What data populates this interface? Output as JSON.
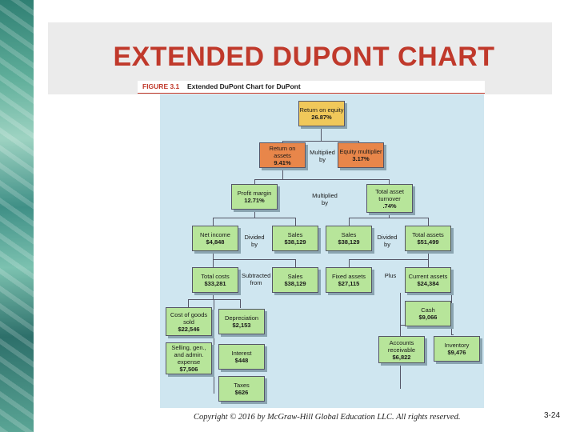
{
  "slide": {
    "title": "EXTENDED DUPONT CHART",
    "figure_number": "FIGURE 3.1",
    "figure_caption": "Extended DuPont Chart for DuPont",
    "copyright": "Copyright © 2016 by McGraw-Hill Global Education LLC. All rights reserved.",
    "page_number": "3-24"
  },
  "diagram": {
    "roe": {
      "label": "Return on equity",
      "value": "26.87%"
    },
    "roa": {
      "label": "Return on assets",
      "value": "9.41%"
    },
    "equity_multiplier": {
      "label": "Equity multiplier",
      "value": "3.17%"
    },
    "profit_margin": {
      "label": "Profit margin",
      "value": "12.71%"
    },
    "asset_turnover": {
      "label": "Total asset turnover",
      "value": ".74%"
    },
    "net_income": {
      "label": "Net income",
      "value": "$4,848"
    },
    "sales_a": {
      "label": "Sales",
      "value": "$38,129"
    },
    "sales_b": {
      "label": "Sales",
      "value": "$38,129"
    },
    "total_assets": {
      "label": "Total assets",
      "value": "$51,499"
    },
    "total_costs": {
      "label": "Total costs",
      "value": "$33,281"
    },
    "sales_c": {
      "label": "Sales",
      "value": "$38,129"
    },
    "fixed_assets": {
      "label": "Fixed assets",
      "value": "$27,115"
    },
    "current_assets": {
      "label": "Current assets",
      "value": "$24,384"
    },
    "cogs": {
      "label": "Cost of goods sold",
      "value": "$22,546"
    },
    "depreciation": {
      "label": "Depreciation",
      "value": "$2,153"
    },
    "cash": {
      "label": "Cash",
      "value": "$9,066"
    },
    "sga": {
      "label": "Selling, gen., and admin. expense",
      "value": "$7,506"
    },
    "interest": {
      "label": "Interest",
      "value": "$448"
    },
    "receivables": {
      "label": "Accounts receivable",
      "value": "$6,822"
    },
    "inventory": {
      "label": "Inventory",
      "value": "$9,476"
    },
    "taxes": {
      "label": "Taxes",
      "value": "$626"
    },
    "ops": {
      "multiplied_by_1": "Multiplied by",
      "multiplied_by_2": "Multiplied by",
      "divided_by_1": "Divided by",
      "divided_by_2": "Divided by",
      "subtracted_from": "Subtracted from",
      "plus": "Plus"
    },
    "colors": {
      "top": "#f0c85a",
      "second": "#e8864a",
      "rest": "#b7e59a",
      "panel": "#cfe6f0"
    }
  }
}
